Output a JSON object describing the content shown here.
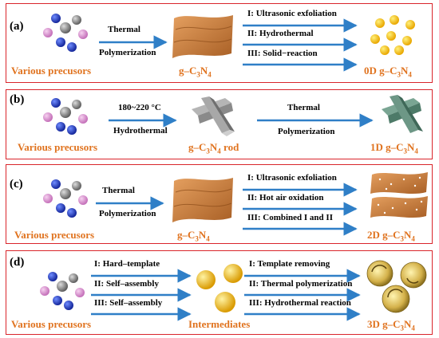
{
  "panels": [
    {
      "label": "(a)",
      "precursor": "Various precusors",
      "mid_top": "Thermal",
      "mid_bottom": "Polymerization",
      "intermediate_prefix": "g–C",
      "intermediate_sub": "3",
      "intermediate_mid": "N",
      "intermediate_sub2": "4",
      "steps": [
        "I: Ultrasonic exfoliation",
        "II: Hydrothermal",
        "III: Solid−reaction"
      ],
      "product_prefix": "0D g–C",
      "product_sub": "3",
      "product_mid": "N",
      "product_sub2": "4"
    },
    {
      "label": "(b)",
      "precursor": "Various precusors",
      "mid_top": "180~220 °C",
      "mid_bottom": "Hydrothermal",
      "intermediate_prefix": "g–C",
      "intermediate_sub": "3",
      "intermediate_mid": "N",
      "intermediate_sub2": "4",
      "intermediate_suffix": " rod",
      "step_top": "Thermal",
      "step_bottom": "Polymerization",
      "product_prefix": "1D g–C",
      "product_sub": "3",
      "product_mid": "N",
      "product_sub2": "4"
    },
    {
      "label": "(c)",
      "precursor": "Various precusors",
      "mid_top": "Thermal",
      "mid_bottom": "Polymerization",
      "intermediate_prefix": "g–C",
      "intermediate_sub": "3",
      "intermediate_mid": "N",
      "intermediate_sub2": "4",
      "steps": [
        "I: Ultrasonic exfoliation",
        "II: Hot air oxidation",
        "III: Combined I and II"
      ],
      "product_prefix": "2D g–C",
      "product_sub": "3",
      "product_mid": "N",
      "product_sub2": "4"
    },
    {
      "label": "(d)",
      "precursor": "Various precusors",
      "routes": [
        "I: Hard–template",
        "II: Self–assembly",
        "III: Self–assembly"
      ],
      "intermediate": "Intermediates",
      "steps": [
        "I: Template removing",
        "II: Thermal polymerization",
        "III: Hydrothermal reaction"
      ],
      "product_prefix": "3D g–C",
      "product_sub": "3",
      "product_mid": "N",
      "product_sub2": "4"
    }
  ],
  "colors": {
    "frame": "#d9252b",
    "arrow": "#2f7fc7",
    "accent_text": "#e0731f",
    "atom_blue": "#1f3bb0",
    "atom_gray": "#8a8a8a",
    "atom_pink": "#e29ad6",
    "sheet": "#c97a3a",
    "dot": "#f6c614",
    "rod_gray": "#9a9a9a",
    "rod_green": "#5d8a78",
    "sphere": "#f4b616"
  }
}
